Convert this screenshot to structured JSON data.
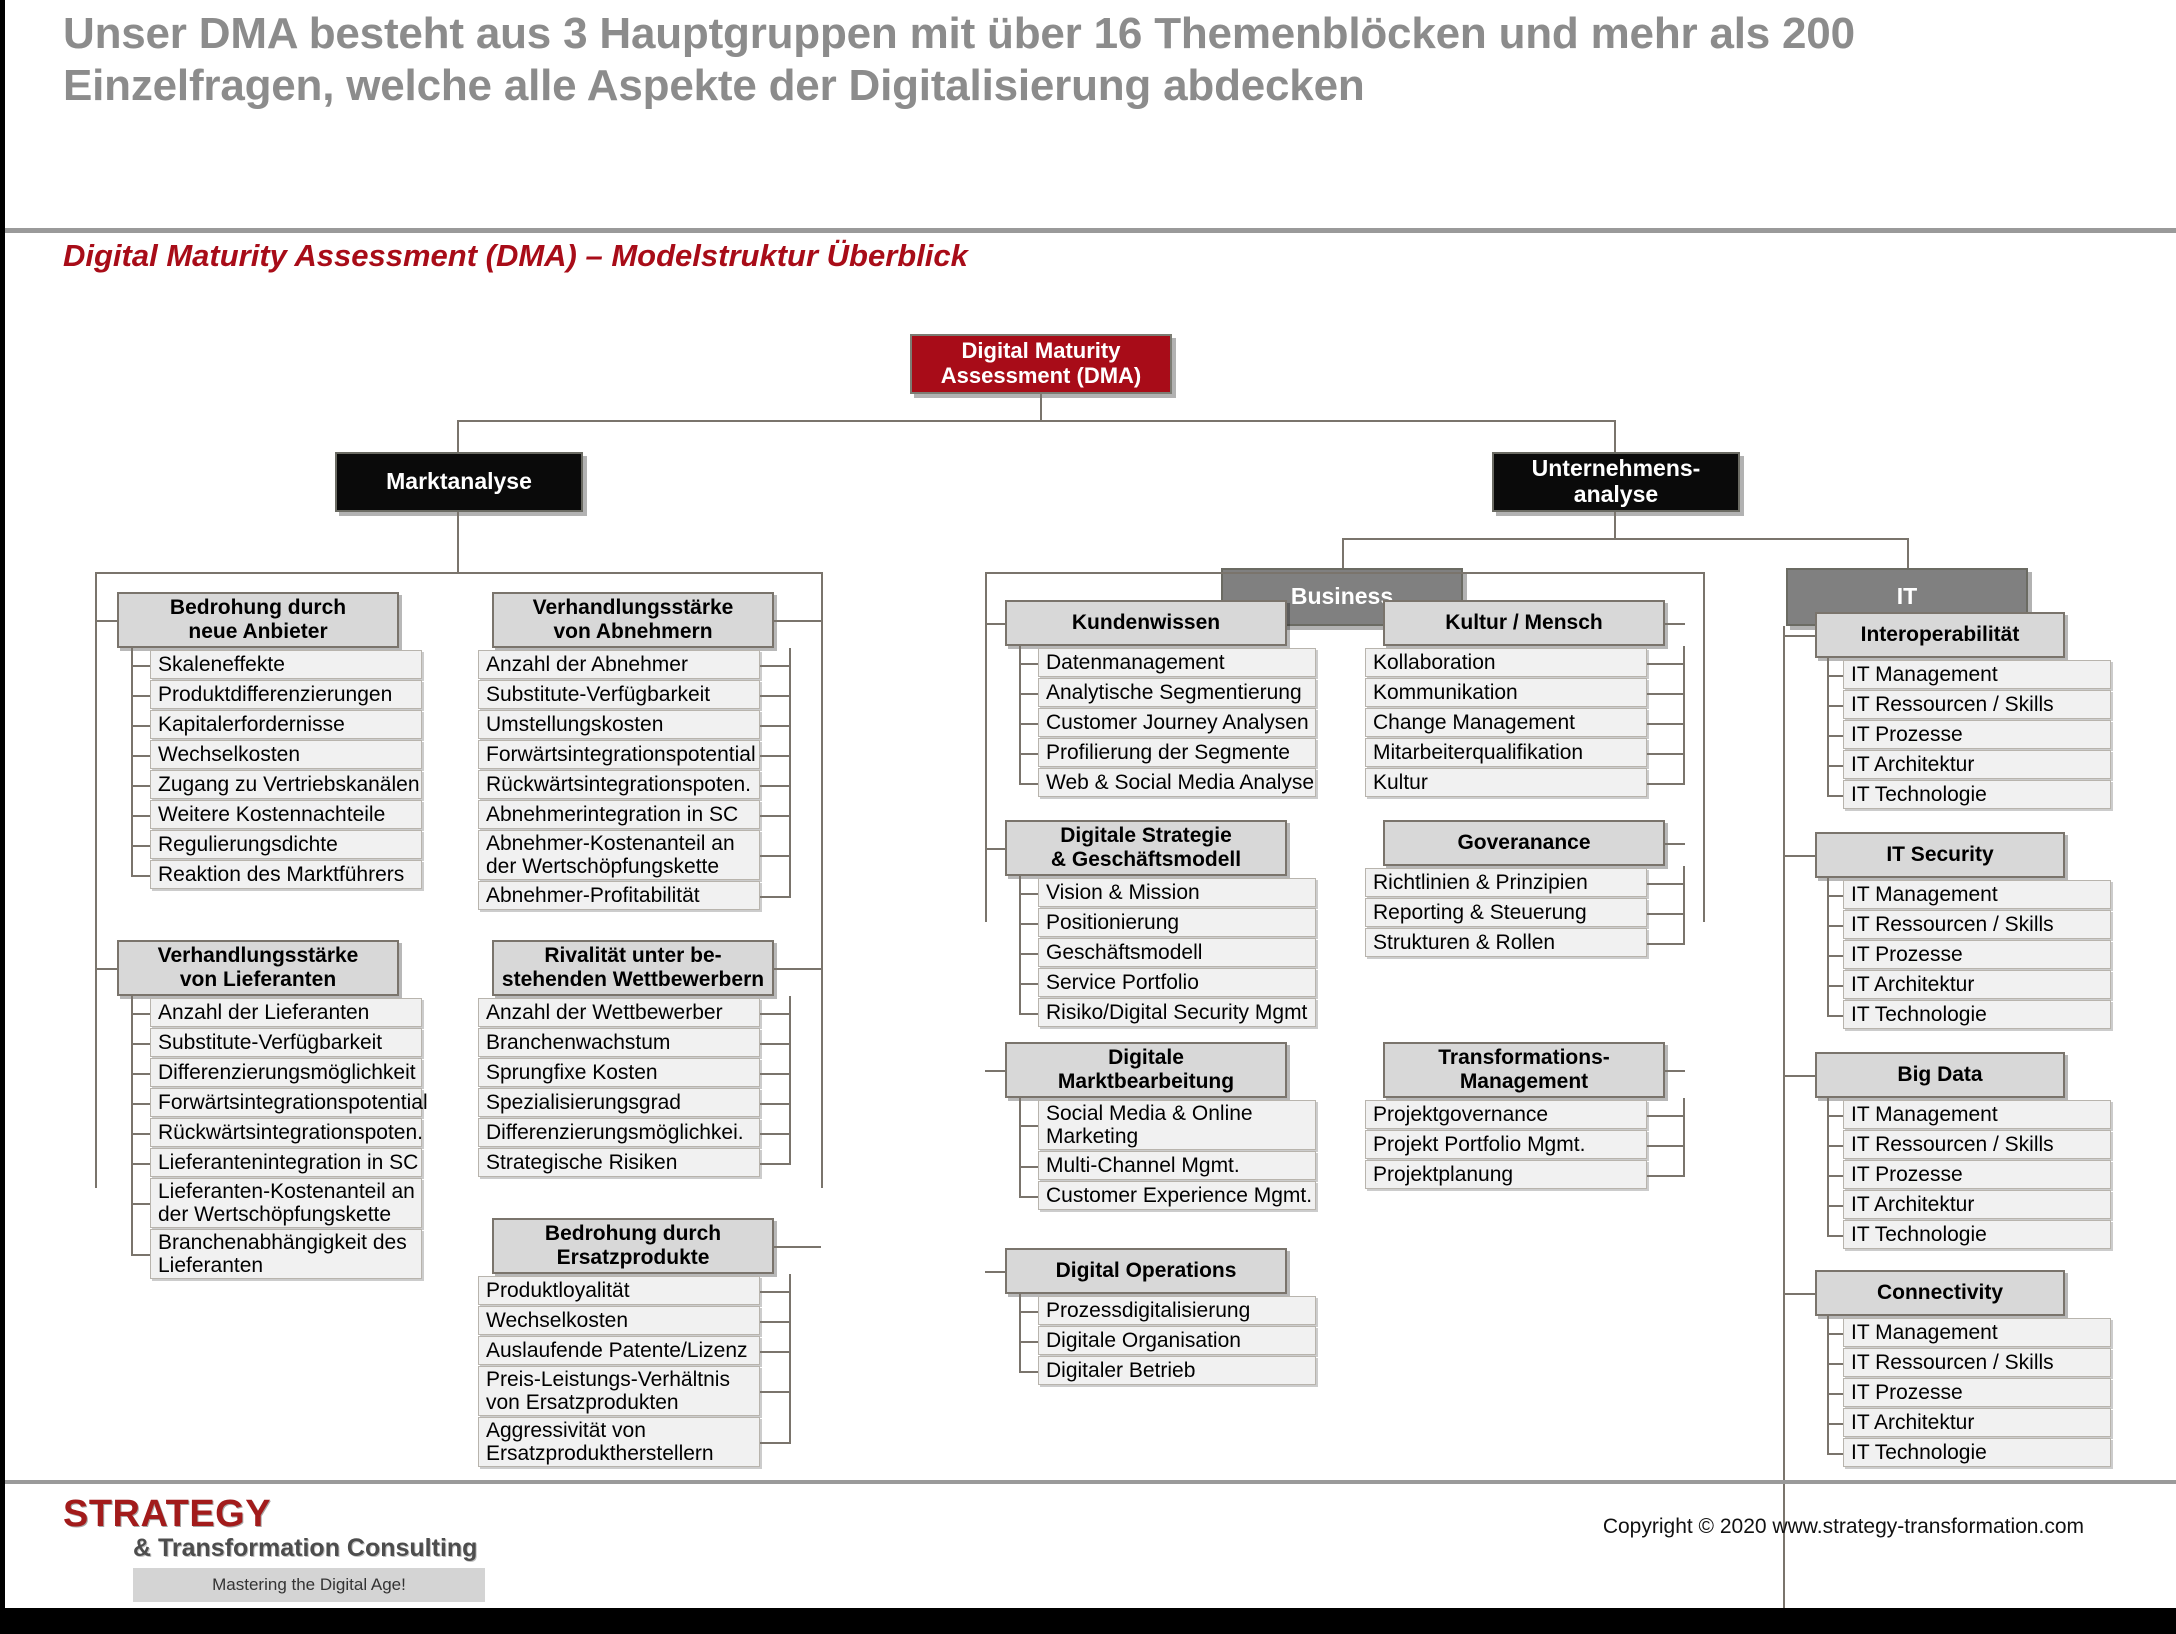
{
  "header": {
    "title": "Unser DMA besteht aus 3 Hauptgruppen mit über 16 Themenblöcken und mehr als 200 Einzelfragen, welche alle Aspekte der Digitalisierung abdecken",
    "subtitle": "Digital Maturity Assessment (DMA) – Modelstruktur Überblick"
  },
  "colors": {
    "accent_red": "#A80C18",
    "level1": "#0a0a0a",
    "level2": "#808080",
    "group": "#d8d8d8",
    "leaf": "#f1f1f1",
    "title_gray": "#8c8c8c",
    "connector": "#7a746c"
  },
  "diagram": {
    "type": "tree",
    "root": {
      "label": "Digital Maturity Assessment (DMA)"
    },
    "level1": [
      {
        "label": "Marktanalyse"
      },
      {
        "label": "Unternehmens-analyse"
      }
    ],
    "level2": [
      {
        "label": "Business"
      },
      {
        "label": "IT"
      }
    ],
    "groups": [
      {
        "id": "bedrohung-neue-anbieter",
        "label": "Bedrohung durch neue Anbieter",
        "parent": "Marktanalyse",
        "items": [
          "Skaleneffekte",
          "Produktdifferenzierungen",
          "Kapitalerfordernisse",
          "Wechselkosten",
          "Zugang zu Vertriebskanälen",
          "Weitere Kostennachteile",
          "Regulierungsdichte",
          "Reaktion des Marktführers"
        ]
      },
      {
        "id": "verhandlungsstaerke-abnehmer",
        "label": "Verhandlungsstärke von Abnehmern",
        "parent": "Marktanalyse",
        "items": [
          "Anzahl der Abnehmer",
          "Substitute-Verfügbarkeit",
          "Umstellungskosten",
          "Forwärtsintegrationspotential",
          "Rückwärtsintegrationspoten.",
          "Abnehmerintegration in SC",
          "Abnehmer-Kostenanteil an der Wertschöpfungskette",
          "Abnehmer-Profitabilität"
        ]
      },
      {
        "id": "verhandlungsstaerke-lieferanten",
        "label": "Verhandlungsstärke von Lieferanten",
        "parent": "Marktanalyse",
        "items": [
          "Anzahl der Lieferanten",
          "Substitute-Verfügbarkeit",
          "Differenzierungsmöglichkeit",
          "Forwärtsintegrationspotential",
          "Rückwärtsintegrationspoten.",
          "Lieferantenintegration in SC",
          "Lieferanten-Kostenanteil an der Wertschöpfungskette",
          "Branchenabhängigkeit des Lieferanten"
        ]
      },
      {
        "id": "rivalitaet",
        "label": "Rivalität unter be-stehenden Wettbewerbern",
        "parent": "Marktanalyse",
        "items": [
          "Anzahl der Wettbewerber",
          "Branchenwachstum",
          "Sprungfixe Kosten",
          "Spezialisierungsgrad",
          "Differenzierungsmöglichkei.",
          "Strategische Risiken"
        ]
      },
      {
        "id": "bedrohung-ersatzprodukte",
        "label": "Bedrohung durch Ersatzprodukte",
        "parent": "Marktanalyse",
        "items": [
          "Produktloyalität",
          "Wechselkosten",
          "Auslaufende Patente/Lizenz",
          "Preis-Leistungs-Verhältnis von Ersatzprodukten",
          "Aggressivität von Ersatzproduktherstellern"
        ]
      },
      {
        "id": "kundenwissen",
        "label": "Kundenwissen",
        "parent": "Business",
        "items": [
          "Datenmanagement",
          "Analytische Segmentierung",
          "Customer Journey Analysen",
          "Profilierung der Segmente",
          "Web & Social Media Analyse"
        ]
      },
      {
        "id": "digitale-strategie",
        "label": "Digitale Strategie & Geschäftsmodell",
        "parent": "Business",
        "items": [
          "Vision & Mission",
          "Positionierung",
          "Geschäftsmodell",
          "Service Portfolio",
          "Risiko/Digital Security Mgmt"
        ]
      },
      {
        "id": "digitale-marktbearbeitung",
        "label": "Digitale Marktbearbeitung",
        "parent": "Business",
        "items": [
          "Social Media & Online Marketing",
          "Multi-Channel Mgmt.",
          "Customer Experience Mgmt."
        ]
      },
      {
        "id": "digital-operations",
        "label": "Digital Operations",
        "parent": "Business",
        "items": [
          "Prozessdigitalisierung",
          "Digitale Organisation",
          "Digitaler Betrieb"
        ]
      },
      {
        "id": "kultur-mensch",
        "label": "Kultur / Mensch",
        "parent": "Business",
        "items": [
          "Kollaboration",
          "Kommunikation",
          "Change Management",
          "Mitarbeiterqualifikation",
          "Kultur"
        ]
      },
      {
        "id": "goveranance",
        "label": "Goveranance",
        "parent": "Business",
        "items": [
          "Richtlinien & Prinzipien",
          "Reporting & Steuerung",
          "Strukturen & Rollen"
        ]
      },
      {
        "id": "transformations-management",
        "label": "Transformations-Management",
        "parent": "Business",
        "items": [
          "Projektgovernance",
          "Projekt Portfolio Mgmt.",
          "Projektplanung"
        ]
      },
      {
        "id": "interoperabilitaet",
        "label": "Interoperabilität",
        "parent": "IT",
        "items": [
          "IT Management",
          "IT Ressourcen / Skills",
          "IT Prozesse",
          "IT Architektur",
          "IT Technologie"
        ]
      },
      {
        "id": "it-security",
        "label": "IT Security",
        "parent": "IT",
        "items": [
          "IT Management",
          "IT Ressourcen / Skills",
          "IT Prozesse",
          "IT Architektur",
          "IT Technologie"
        ]
      },
      {
        "id": "big-data",
        "label": "Big Data",
        "parent": "IT",
        "items": [
          "IT Management",
          "IT Ressourcen / Skills",
          "IT Prozesse",
          "IT Architektur",
          "IT Technologie"
        ]
      },
      {
        "id": "connectivity",
        "label": "Connectivity",
        "parent": "IT",
        "items": [
          "IT Management",
          "IT Ressourcen / Skills",
          "IT Prozesse",
          "IT Architektur",
          "IT Technologie"
        ]
      }
    ]
  },
  "footer": {
    "logo_line1": "STRATEGY",
    "logo_line2": "& Transformation Consulting",
    "logo_tagline": "Mastering the Digital Age!",
    "copyright": "Copyright © 2020 www.strategy-transformation.com"
  }
}
